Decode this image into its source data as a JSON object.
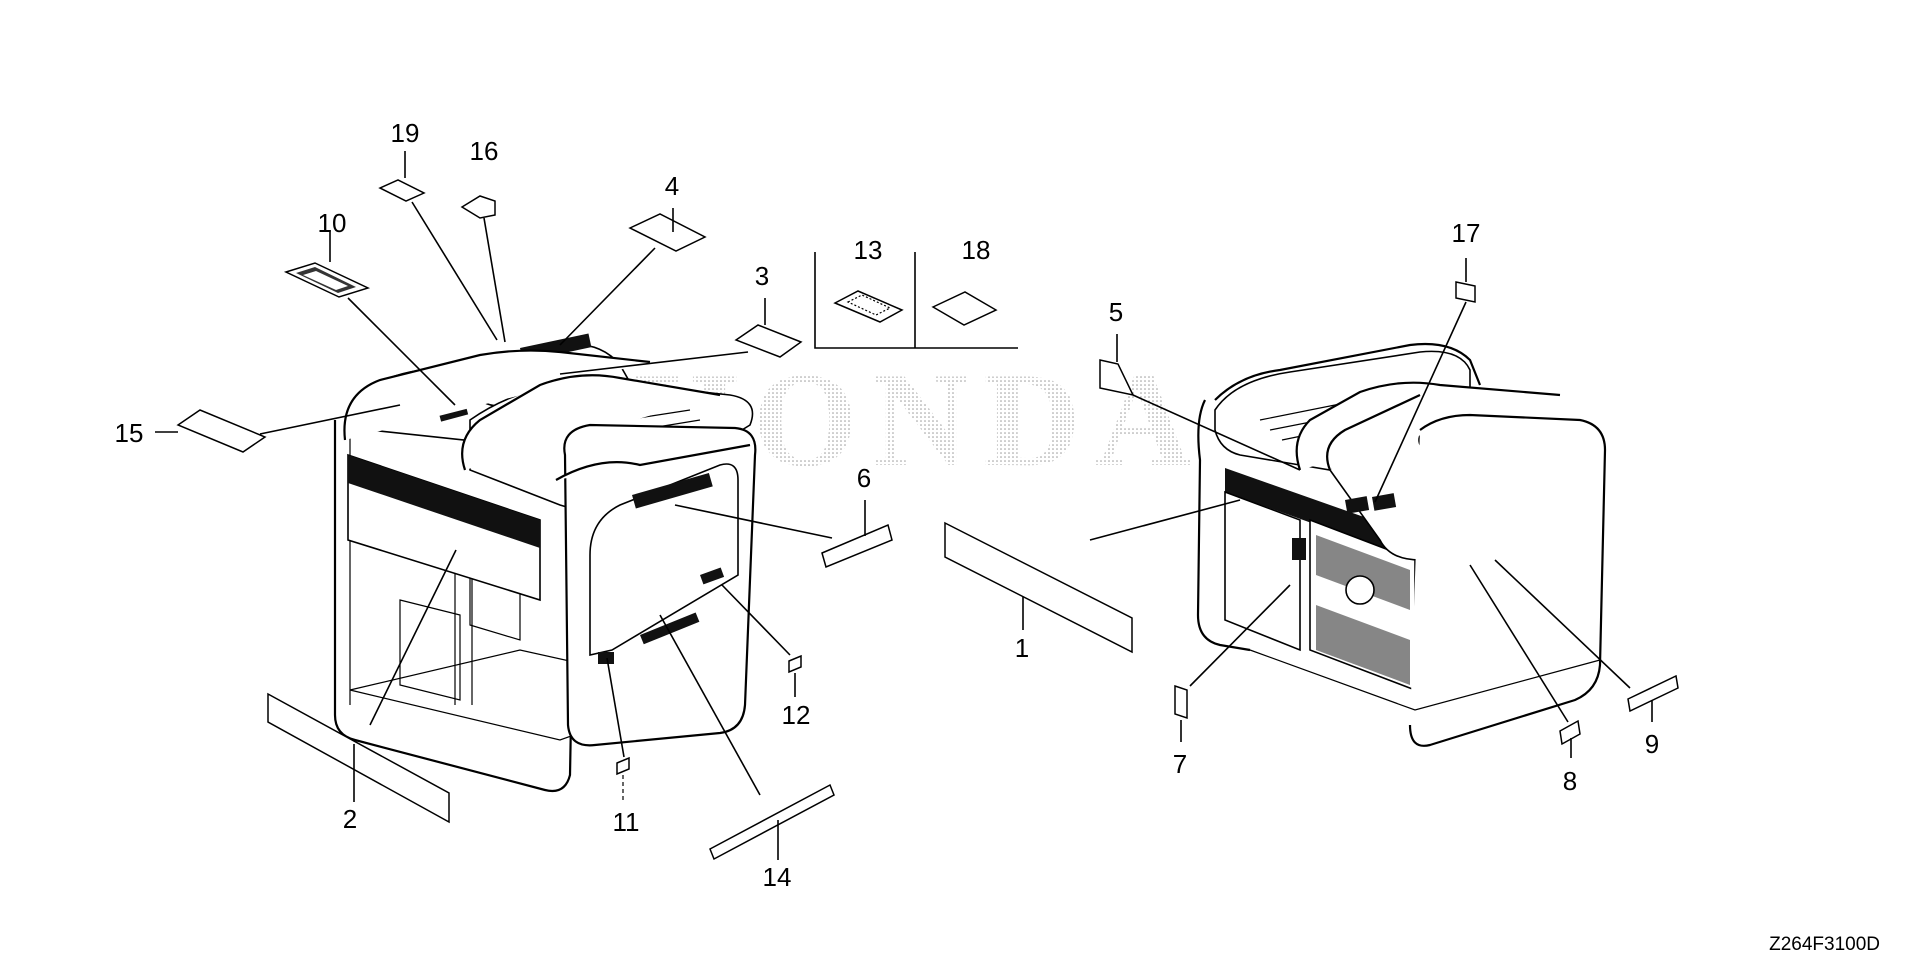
{
  "diagram": {
    "diagram_code": "Z264F3100D",
    "watermark": "HONDA",
    "callouts": [
      {
        "id": "1",
        "label": "1"
      },
      {
        "id": "2",
        "label": "2"
      },
      {
        "id": "3",
        "label": "3"
      },
      {
        "id": "4",
        "label": "4"
      },
      {
        "id": "5",
        "label": "5"
      },
      {
        "id": "6",
        "label": "6"
      },
      {
        "id": "7",
        "label": "7"
      },
      {
        "id": "8",
        "label": "8"
      },
      {
        "id": "9",
        "label": "9"
      },
      {
        "id": "10",
        "label": "10"
      },
      {
        "id": "11",
        "label": "11"
      },
      {
        "id": "12",
        "label": "12"
      },
      {
        "id": "13",
        "label": "13"
      },
      {
        "id": "14",
        "label": "14"
      },
      {
        "id": "15",
        "label": "15"
      },
      {
        "id": "16",
        "label": "16"
      },
      {
        "id": "17",
        "label": "17"
      },
      {
        "id": "18",
        "label": "18"
      },
      {
        "id": "19",
        "label": "19"
      }
    ]
  }
}
